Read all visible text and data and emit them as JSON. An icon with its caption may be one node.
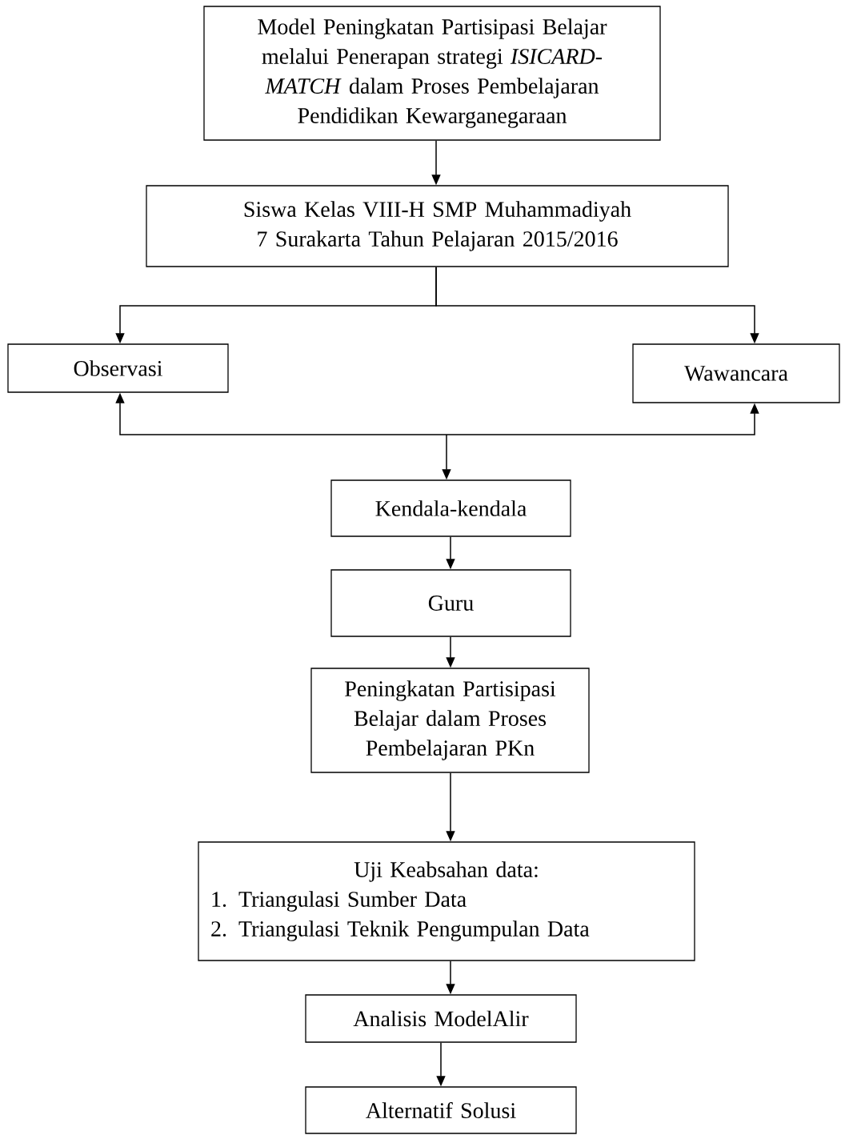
{
  "diagram": {
    "nodes": [
      {
        "text": [
          "Model Peningkatan Partisipasi Belajar melalui Penerapan strategi *ISICARD-MATCH* dalam Proses Pembelajaran Pendidikan Kewarganegaraan"
        ]
      },
      {
        "text": [
          "Siswa Kelas VIII-H SMP Muhammadiyah 7 Surakarta Tahun Pelajaran 2015/2016"
        ]
      },
      {
        "text": [
          "Observasi"
        ]
      },
      {
        "text": [
          "Wawancara"
        ]
      },
      {
        "text": [
          "Kendala-kendala"
        ]
      },
      {
        "text": [
          "Guru"
        ]
      },
      {
        "text": [
          "Peningkatan Partisipasi Belajar dalam Proses Pembelajaran PKn"
        ]
      },
      {
        "text": [
          "Uji Keabsahan data:",
          "1. Triangulasi Sumber Data",
          "2. Triangulasi Teknik Pengumpulan Data"
        ]
      },
      {
        "text": [
          "Analisis ModelAlir"
        ]
      },
      {
        "text": [
          "Alternatif Solusi"
        ]
      }
    ],
    "edges": [
      {
        "from": 0,
        "to": 1,
        "arrow": "to"
      },
      {
        "from": 1,
        "to": 2,
        "arrow": "to"
      },
      {
        "from": 1,
        "to": 3,
        "arrow": "to"
      },
      {
        "from": 2,
        "to": 4,
        "arrow": "both"
      },
      {
        "from": 3,
        "to": 4,
        "arrow": "both"
      },
      {
        "from": 4,
        "to": 5,
        "arrow": "to"
      },
      {
        "from": 5,
        "to": 6,
        "arrow": "to"
      },
      {
        "from": 6,
        "to": 7,
        "arrow": "to"
      },
      {
        "from": 7,
        "to": 8,
        "arrow": "to"
      },
      {
        "from": 8,
        "to": 9,
        "arrow": "to"
      }
    ]
  }
}
